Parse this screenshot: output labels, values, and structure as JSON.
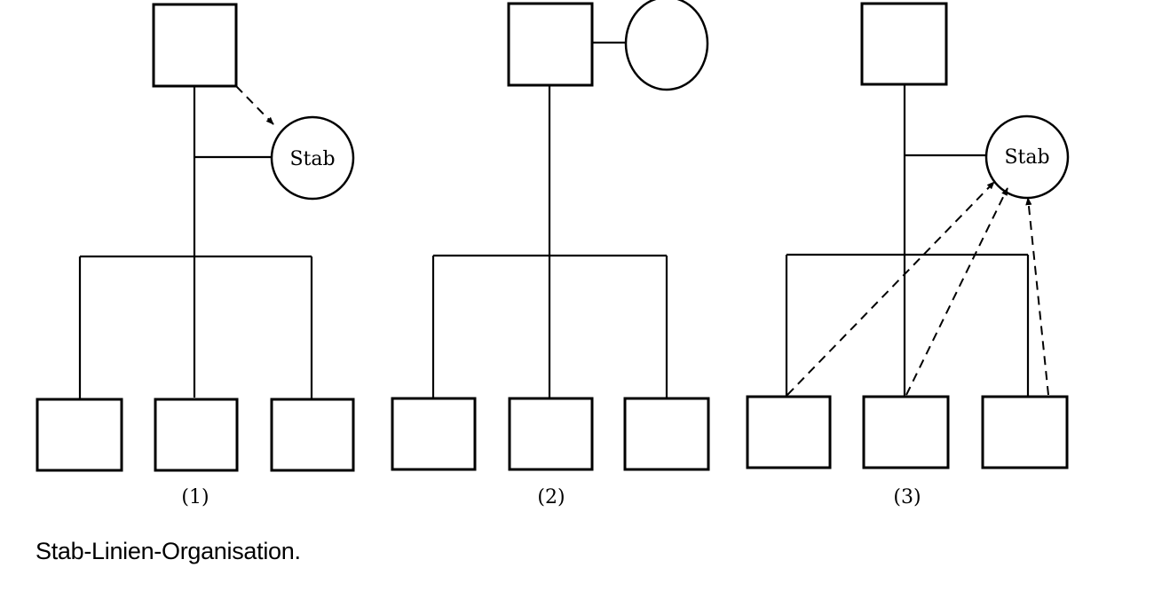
{
  "diagrams": [
    {
      "label": "(1)",
      "staff_label": "Stab"
    },
    {
      "label": "(2)",
      "staff_label": ""
    },
    {
      "label": "(3)",
      "staff_label": "Stab"
    }
  ],
  "caption": "Stab-Linien-Organisation."
}
